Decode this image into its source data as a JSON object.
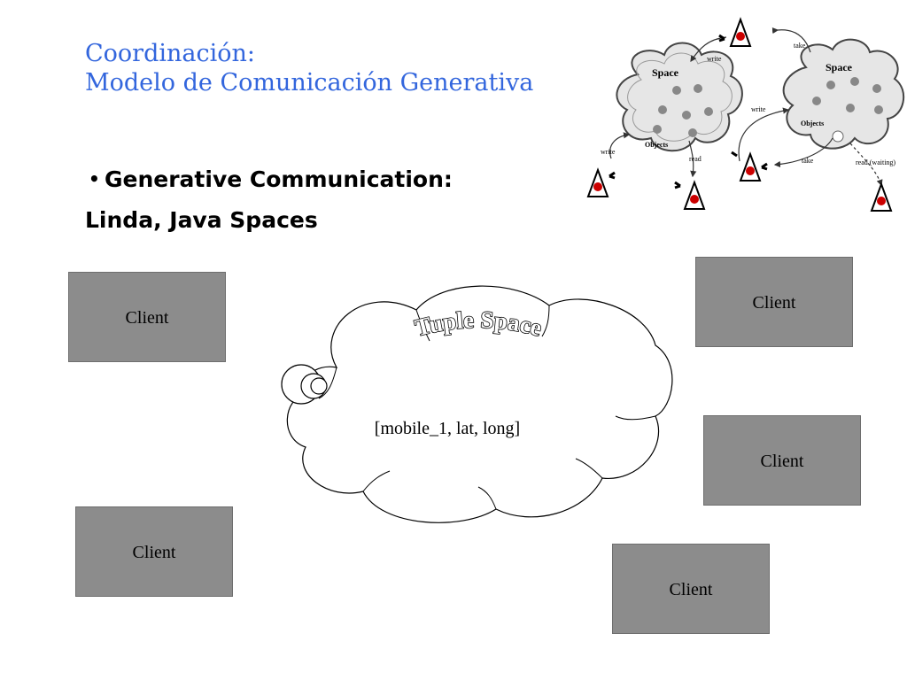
{
  "slide": {
    "title_line1": "Coordinación:",
    "title_line2": "Modelo de Comunicación Generativa",
    "bullet": "Generative Communication:",
    "subtext": "Linda, Java Spaces",
    "bullet_symbol": "•"
  },
  "diagram": {
    "cloud_title": "Tuple Space",
    "tuple": "[mobile_1, lat, long]",
    "clients": [
      {
        "label": "Client"
      },
      {
        "label": "Client"
      },
      {
        "label": "Client"
      },
      {
        "label": "Client"
      },
      {
        "label": "Client"
      }
    ]
  },
  "illustration": {
    "space_left": "Space",
    "space_right": "Space",
    "objects_left": "Objects",
    "objects_right": "Objects",
    "write_1": "write",
    "write_2": "write",
    "write_3": "write",
    "read_1": "read",
    "take_1": "take",
    "take_2": "take",
    "read_waiting": "read (waiting)"
  },
  "colors": {
    "title": "#3366dd",
    "client_fill": "#8c8c8c",
    "duke_red": "#cc0000"
  }
}
